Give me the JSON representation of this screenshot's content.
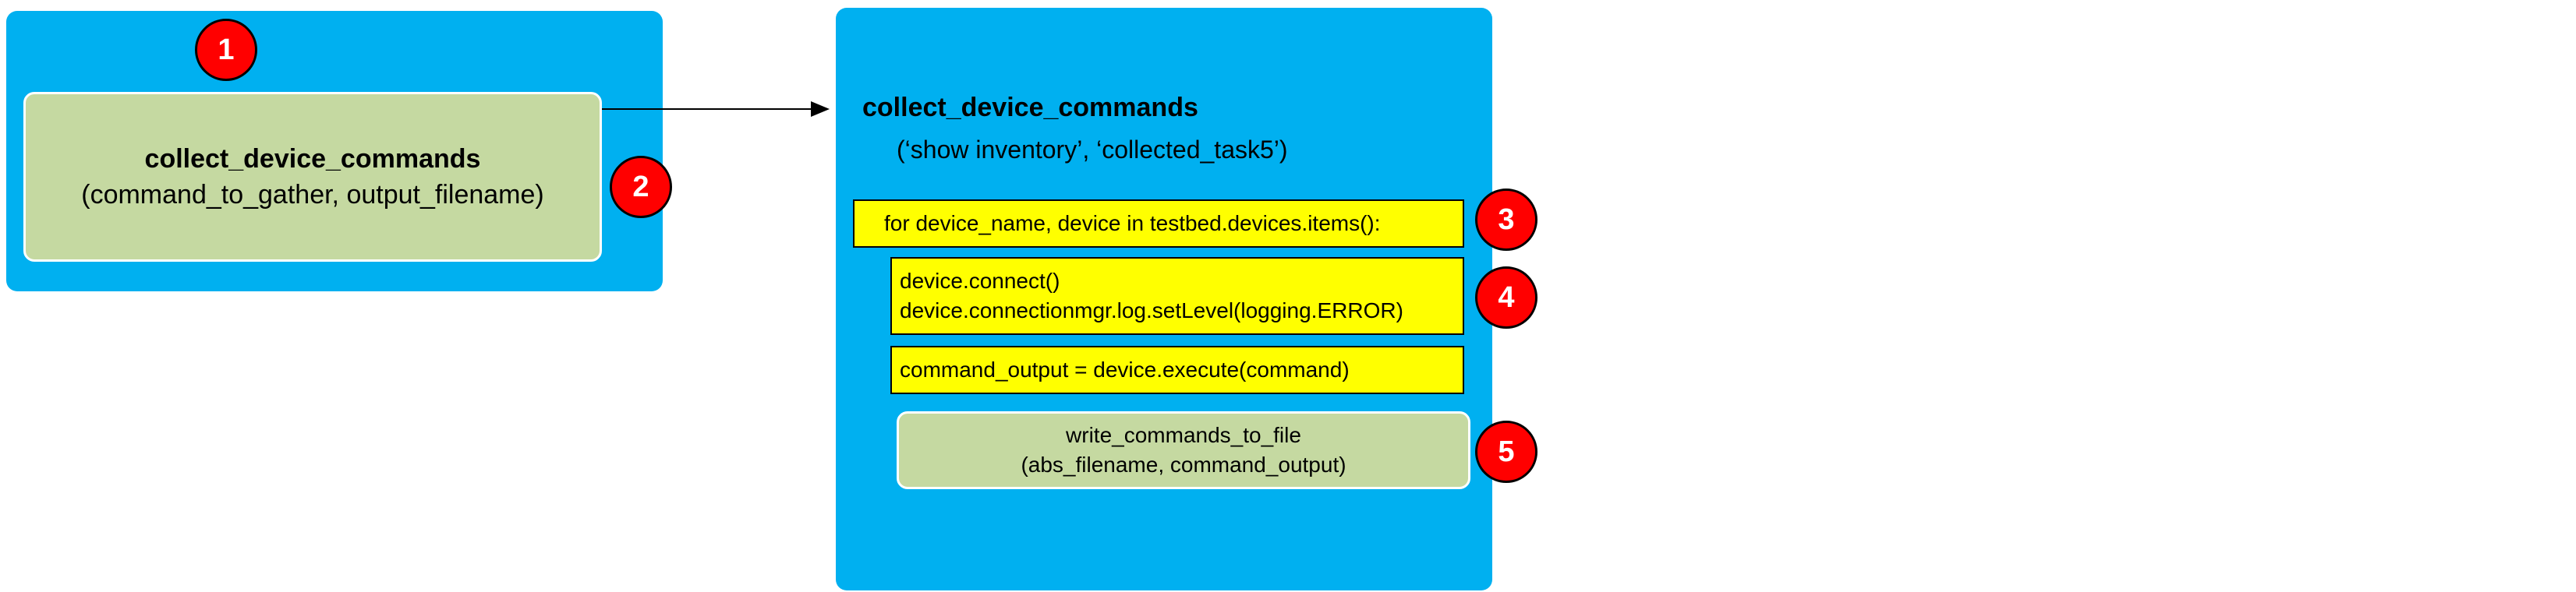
{
  "left_panel": {
    "function_name": "collect_device_commands",
    "function_args": "(command_to_gather, output_filename)"
  },
  "right_panel": {
    "function_name": "collect_device_commands",
    "call_args": "(‘show inventory’, ‘collected_task5’)",
    "loop_line": "for device_name, device in testbed.devices.items():",
    "connect_lines": [
      "device.connect()",
      "device.connectionmgr.log.setLevel(logging.ERROR)"
    ],
    "execute_line": "command_output = device.execute(command)",
    "write_function_name": "write_commands_to_file",
    "write_function_args": "(abs_filename, command_output)"
  },
  "badges": [
    "1",
    "2",
    "3",
    "4",
    "5"
  ],
  "colors": {
    "panel": "#00b0f0",
    "function_box": "#c5d9a1",
    "code_box": "#ffff00",
    "badge": "#ff0000"
  }
}
